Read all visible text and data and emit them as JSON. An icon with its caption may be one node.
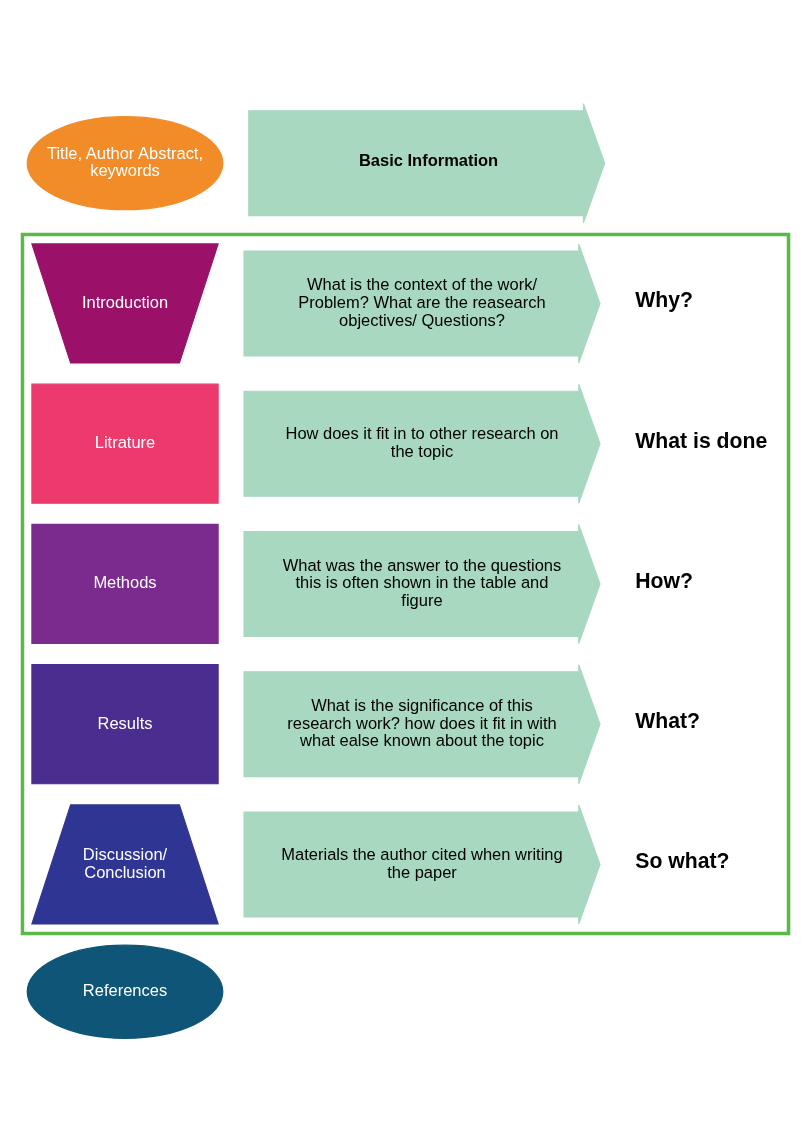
{
  "diagram": {
    "nodes": [
      {
        "text": [
          "Title, Author Abstract, keywords"
        ]
      },
      {
        "text": [
          "Basic Information"
        ]
      },
      {
        "text": [],
        "shape": "box"
      },
      {
        "text": [
          "Introduction"
        ],
        "in": 2
      },
      {
        "text": [
          "What is the context of the work/ Problem? What are the reasearch objectives/ Questions?"
        ],
        "in": 2
      },
      {
        "text": [
          "Litrature"
        ],
        "in": 2
      },
      {
        "text": [
          "How does it fit in to other research on the topic"
        ],
        "in": 2
      },
      {
        "text": [
          "Methods"
        ],
        "in": 2
      },
      {
        "text": [
          "What was the answer to the questions this is often shown in the table and figure"
        ],
        "in": 2
      },
      {
        "text": [
          "Results"
        ],
        "in": 2
      },
      {
        "text": [
          "What is the significance of this research work? how does it fit in with what ealse known about the topic"
        ],
        "in": 2
      },
      {
        "text": [
          "Discussion/ Conclusion"
        ],
        "in": 2
      },
      {
        "text": [
          "Materials the author cited when writing the paper"
        ],
        "in": 2
      },
      {
        "text": [
          "References"
        ]
      }
    ],
    "labels": [
      "Why?",
      "What is done",
      "How?",
      "What?",
      "So what?"
    ]
  }
}
